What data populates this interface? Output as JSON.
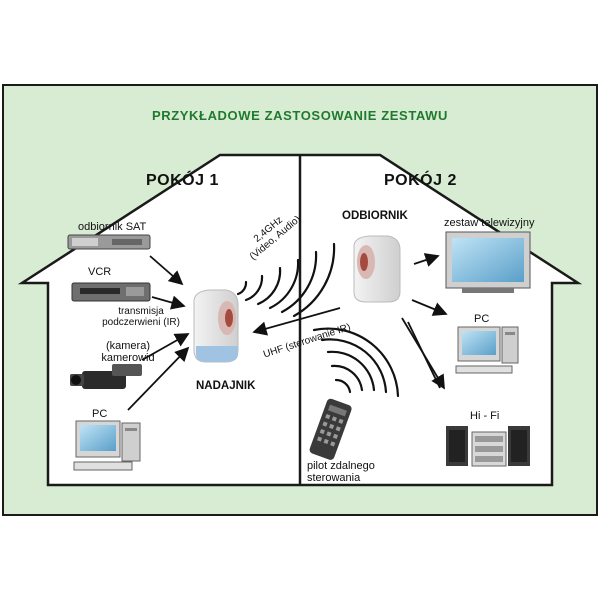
{
  "title": "PRZYKŁADOWE ZASTOSOWANIE ZESTAWU",
  "rooms": {
    "room1": "POKÓJ 1",
    "room2": "POKÓJ 2"
  },
  "transmitter": "NADAJNIK",
  "receiver": "ODBIORNIK",
  "sources": {
    "sat": "odbiornik SAT",
    "vcr": "VCR",
    "ir": [
      "transmisja",
      "podczerwieni (IR)"
    ],
    "camera": [
      "(kamera)",
      "kamerowid"
    ],
    "pc": "PC"
  },
  "destinations": {
    "tv": "zestaw telewizyjny",
    "pc": "PC",
    "hifi": "Hi - Fi"
  },
  "links": {
    "video": [
      "2,4GHz",
      "(Video, Audio)"
    ],
    "uhf": "UHF (sterowanie IR)"
  },
  "remote": [
    "pilot zdalnego",
    "sterowania"
  ],
  "colors": {
    "background": "#d8ecd3",
    "title": "#1f7a2e",
    "outline": "#1a1a1a"
  }
}
